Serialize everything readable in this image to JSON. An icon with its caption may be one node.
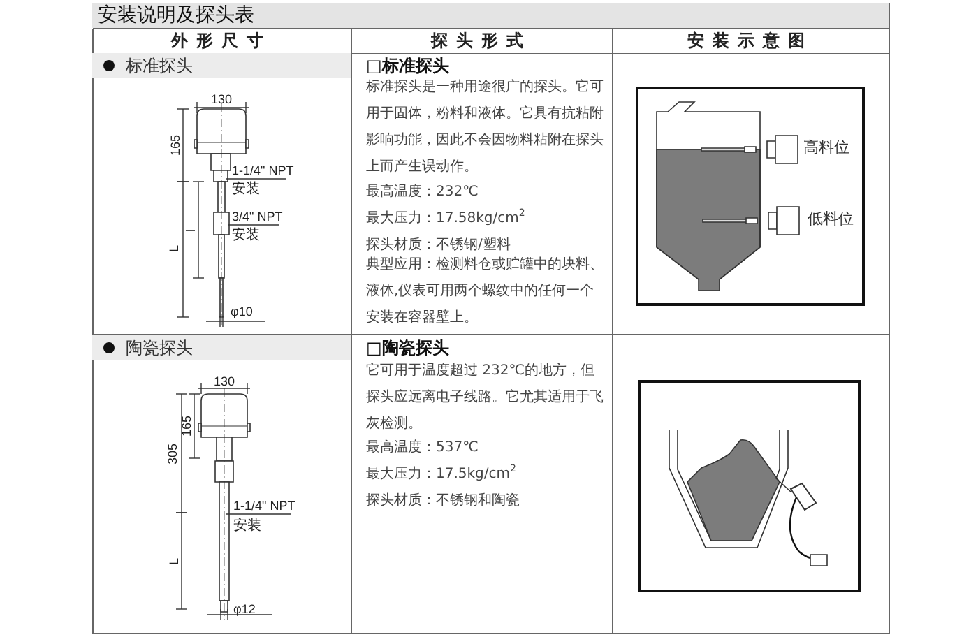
{
  "diagram": {
    "title": "安装说明及探头表",
    "labels": [
      "外形尺寸",
      "探头形式",
      "安装示意图",
      "标准探头",
      "130",
      "165",
      "1-1/4\" NPT",
      "安装",
      "3/4\" NPT",
      "安装",
      "L",
      "l",
      "φ10",
      "□标准探头",
      "标准探头是一种用途很广的探头。它可用于固体，粉料和液体。它具有抗粘附影响功能，因此不会因物料粘附在探头上而产生误动作。",
      "最高温度：232℃",
      "最大压力：17.58kg/cm$^{2}$",
      "探头材质：不锈钢/塑料",
      "典型应用：检测料仓或贮罐中的块料、液体,仪表可用两个螺纹中的任何一个安装在容器壁上。",
      "高料位",
      "低料位",
      "陶瓷探头",
      "130",
      "165",
      "305",
      "1-1/4\" NPT",
      "安装",
      "L",
      "φ12",
      "□陶瓷探头",
      "它可用于温度超过 232℃的地方，但探头应远离电子线路。它尤其适用于飞灰检测。",
      "最高温度：537℃",
      "最大压力：17.5kg/cm$^{2}$",
      "探头材质：不锈钢和陶瓷"
    ]
  }
}
